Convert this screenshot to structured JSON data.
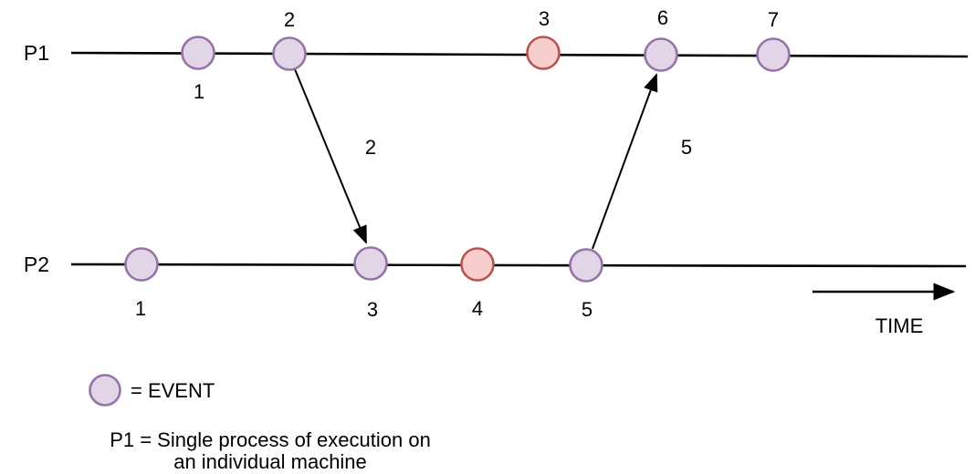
{
  "colors": {
    "event_fill": "#e1d5e7",
    "event_stroke": "#9673a6",
    "highlight_fill": "#f8cecc",
    "highlight_stroke": "#b85450",
    "line": "#000000",
    "background": "#ffffff"
  },
  "p1": {
    "label": "P1",
    "events": [
      {
        "label": "1",
        "color": "purple"
      },
      {
        "label": "2",
        "color": "purple"
      },
      {
        "label": "3",
        "color": "red"
      },
      {
        "label": "6",
        "color": "purple"
      },
      {
        "label": "7",
        "color": "purple"
      }
    ]
  },
  "p2": {
    "label": "P2",
    "events": [
      {
        "label": "1",
        "color": "purple"
      },
      {
        "label": "3",
        "color": "purple"
      },
      {
        "label": "4",
        "color": "red"
      },
      {
        "label": "5",
        "color": "purple"
      }
    ]
  },
  "messages": [
    {
      "label": "2",
      "from": "P1 event 2",
      "to": "P2 event 3"
    },
    {
      "label": "5",
      "from": "P2 event 5",
      "to": "P1 event 6"
    }
  ],
  "time_label": "TIME",
  "legend": {
    "event_symbol_label": "= EVENT",
    "p1_definition_line1": "P1 = Single process of execution on",
    "p1_definition_line2": "an individual machine"
  }
}
